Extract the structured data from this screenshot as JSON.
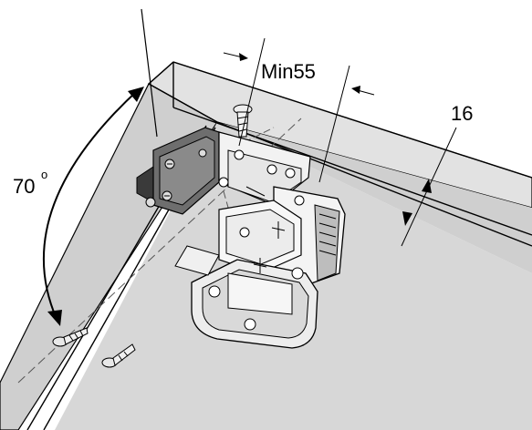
{
  "annotations": {
    "angle_label": "70",
    "angle_degree": "o",
    "min_label": "Min55",
    "thickness_label": "16"
  },
  "colors": {
    "panel_light": "#dcdcdc",
    "panel_mid": "#c9c9c9",
    "panel_edge": "#b8b8b8",
    "hinge_light": "#f4f4f4",
    "hinge_shadow": "#9a9a9a",
    "plate_dark": "#4a4a4a",
    "line": "#000000"
  }
}
